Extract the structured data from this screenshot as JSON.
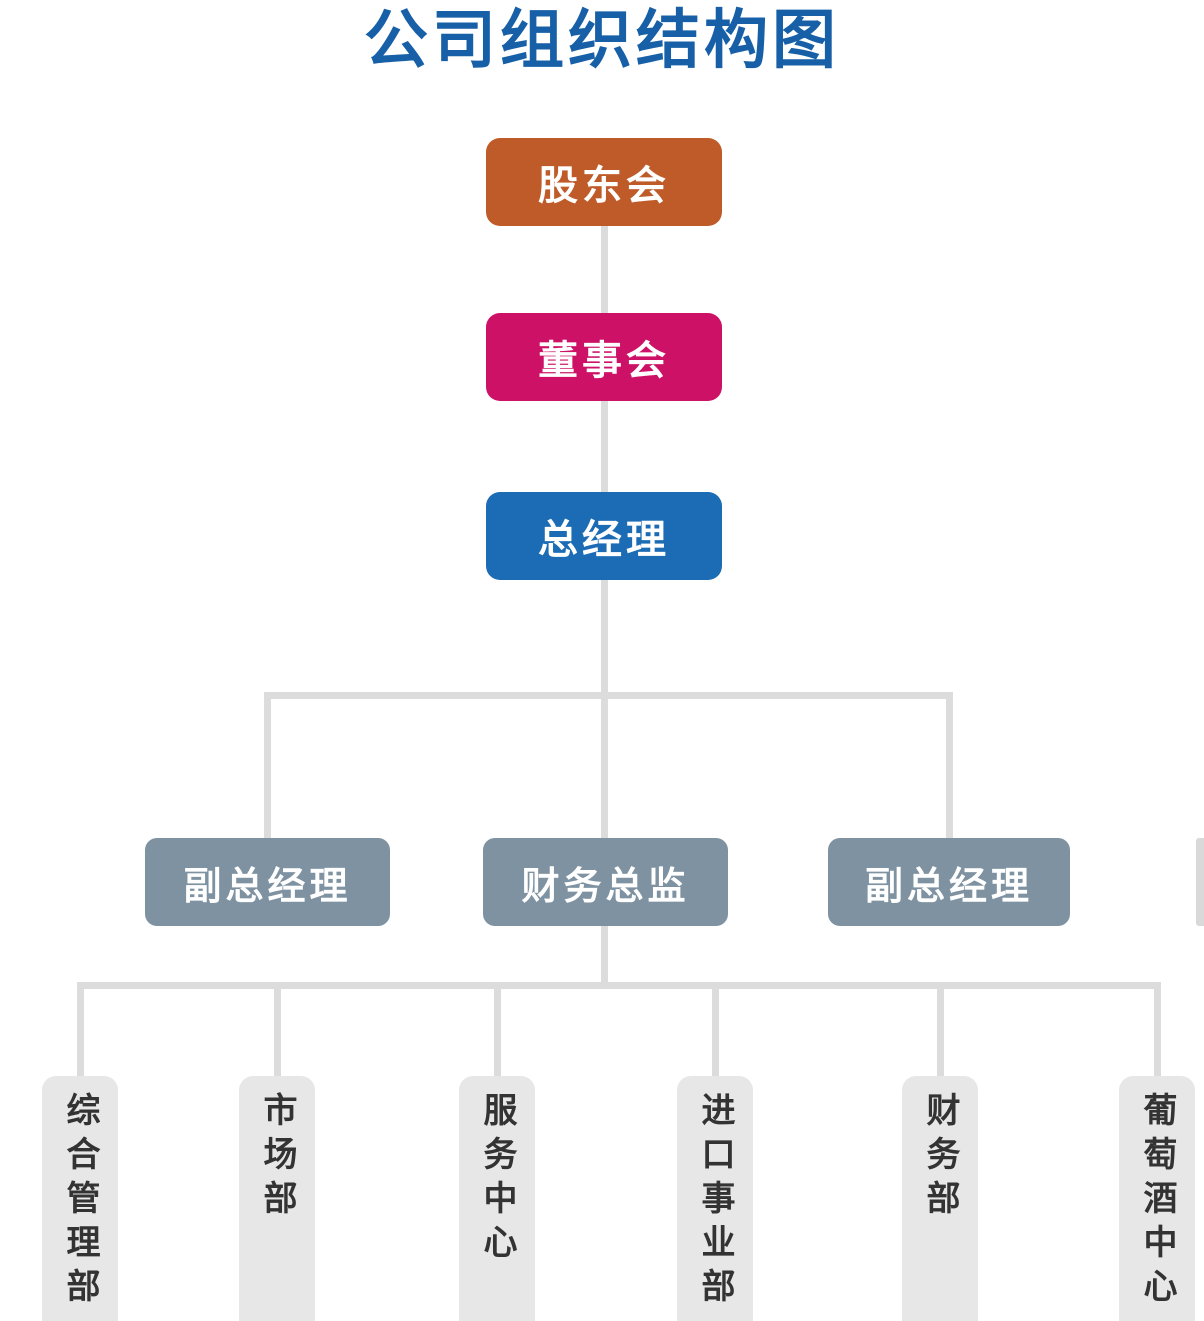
{
  "title": "公司组织结构图",
  "colors": {
    "title_text": "#1760a8",
    "shareholders_box": "#bf5b28",
    "board_box": "#cc1166",
    "general_manager_box": "#1b6cb4",
    "mid_level_box": "#7e92a2",
    "department_box": "#e7e7e7",
    "department_text": "#333333",
    "connector_line": "#dcdcdc"
  },
  "nodes": {
    "shareholders": {
      "label": "股东会"
    },
    "board": {
      "label": "董事会"
    },
    "general_manager": {
      "label": "总经理"
    },
    "mid": [
      {
        "label": "副总经理"
      },
      {
        "label": "财务总监"
      },
      {
        "label": "副总经理"
      }
    ],
    "departments": [
      {
        "label": "综合管理部"
      },
      {
        "label": "市场部"
      },
      {
        "label": "服务中心"
      },
      {
        "label": "进口事业部"
      },
      {
        "label": "财务部"
      },
      {
        "label": "葡萄酒中心"
      }
    ]
  }
}
